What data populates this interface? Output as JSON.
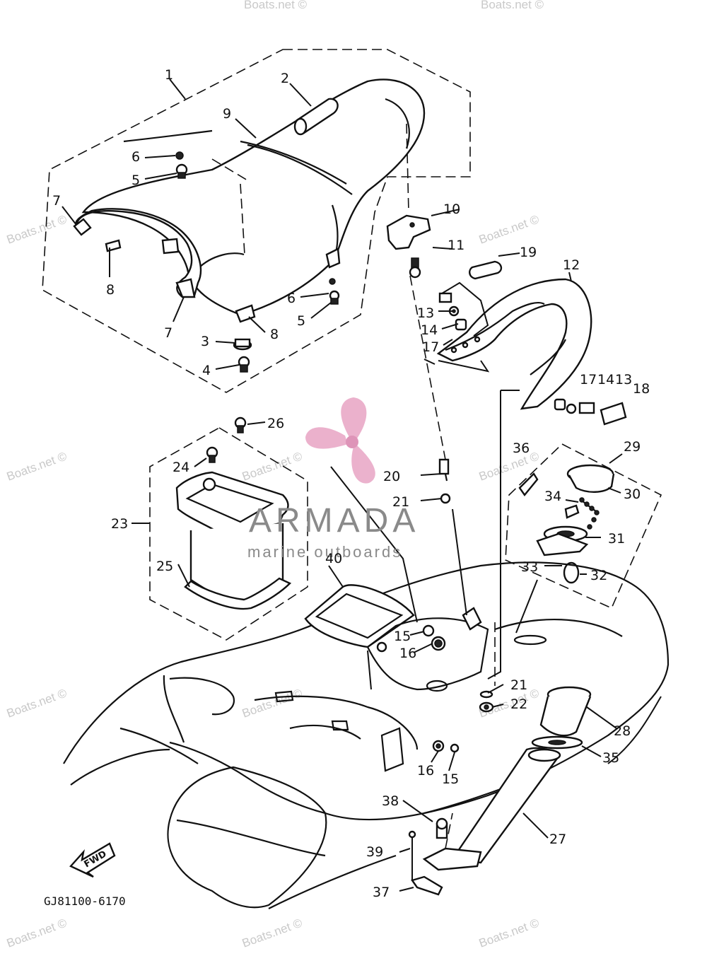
{
  "diagram": {
    "part_labels": [
      "1",
      "2",
      "9",
      "6",
      "5",
      "7",
      "8",
      "7",
      "3",
      "4",
      "8",
      "6",
      "5",
      "10",
      "11",
      "19",
      "12",
      "13",
      "14",
      "17",
      "17",
      "14",
      "13",
      "18",
      "26",
      "24",
      "23",
      "25",
      "36",
      "29",
      "30",
      "34",
      "31",
      "33",
      "32",
      "20",
      "21",
      "40",
      "15",
      "16",
      "21",
      "22",
      "28",
      "35",
      "16",
      "15",
      "38",
      "27",
      "39",
      "37"
    ],
    "diagram_code": "GJ81100-6170",
    "fwd_arrow": "FWD"
  },
  "watermarks": {
    "site": "Boats.net ©",
    "brand_name": "ARMADA",
    "brand_tagline": "marine outboards"
  },
  "colors": {
    "line": "#111111",
    "logo_pink": "#e8a4c4",
    "brand_gray": "#8a8a8a",
    "watermark_gray": "#c9c9c9"
  },
  "icons": {
    "logo": "propeller-icon",
    "direction": "fwd-arrow-icon"
  }
}
